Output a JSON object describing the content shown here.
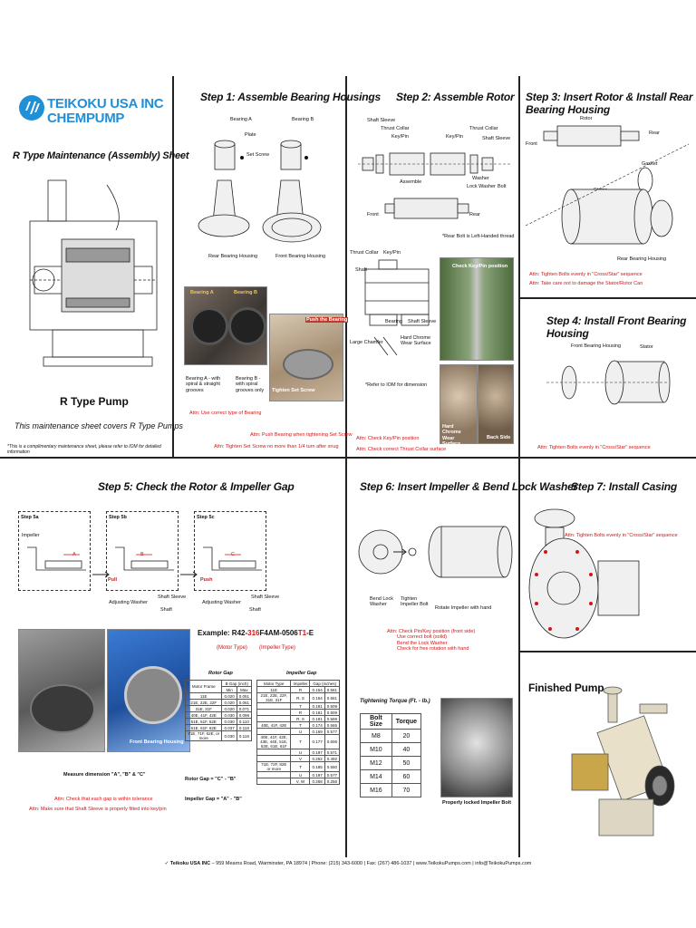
{
  "brand": {
    "line1": "TEIKOKU USA INC",
    "line2": "CHEMPUMP",
    "color": "#1f8fd6"
  },
  "intro": {
    "title": "R Type Maintenance (Assembly) Sheet",
    "pump_label": "R Type Pump",
    "covers": "This maintenance sheet covers R Type Pumps",
    "note": "*This is a complimentary maintenance sheet, please refer to IOM for detailed information"
  },
  "step1": {
    "title": "Step 1: Assemble Bearing Housings",
    "labels": {
      "bearing_a": "Bearing A",
      "bearing_b": "Bearing B",
      "plate": "Plate",
      "set_screw": "Set Screw",
      "rear_housing": "Rear Bearing Housing",
      "front_housing": "Front Bearing Housing"
    },
    "photo_labels": {
      "bearing_a": "Bearing A",
      "bearing_b": "Bearing B",
      "push": "Push the Bearing",
      "tighten": "Tighten Set Screw"
    },
    "desc_a": "Bearing A - with spiral & straight grooves",
    "desc_b": "Bearing B - with spiral grooves only",
    "attn1": "Attn: Use correct type of Bearing",
    "attn2": "Attn: Push Bearing when tightening Set Screw",
    "attn3": "Attn: Tighten Set Screw no more than 1/4 turn after snug"
  },
  "step2": {
    "title": "Step 2: Assemble Rotor",
    "labels": {
      "shaft_sleeve": "Shaft Sleeve",
      "thrust_collar": "Thrust Collar",
      "key_pin": "Key/Pin",
      "key_pin2": "Key/Pin",
      "thrust_collar2": "Thrust Collar",
      "shaft_sleeve2": "Shaft Sleeve",
      "washer": "Washer",
      "lock_washer": "Lock Washer",
      "bolt": "Bolt",
      "assemble": "Assemble",
      "front": "Front",
      "rear": "Rear",
      "rear_bolt": "*Rear Bolt is Left-Handed thread",
      "thrust_collar3": "Thrust Collar",
      "key_pin3": "Key/Pin",
      "shaft": "Shaft",
      "bearing": "Bearing",
      "shaft_sleeve3": "Shaft Sleeve",
      "large_chamfer": "Large Chamfer",
      "hard_chrome": "Hard Chrome Wear Surface",
      "refer": "*Refer to IOM for dimension",
      "check_key": "Check Key/Pin position",
      "hard_chrome2": "Hard Chrome Wear Surface",
      "back_side": "Back Side"
    },
    "attn1": "Attn: Check Key/Pin position",
    "attn2": "Attn: Check correct Thrust Collar surface"
  },
  "step3": {
    "title": "Step 3: Insert Rotor & Install Rear Bearing Housing",
    "labels": {
      "rotor": "Rotor",
      "rear": "Rear",
      "front": "Front",
      "gasket": "Gasket",
      "stator": "Stator",
      "rear_housing": "Rear Bearing Housing"
    },
    "attn1": "Attn: Tighten Bolts evenly in \"Cross/Star\" sequence",
    "attn2": "Attn: Take care not to damage the Stator/Rotor Can"
  },
  "step4": {
    "title": "Step 4:  Install Front Bearing Housing",
    "labels": {
      "front_housing": "Front Bearing Housing",
      "stator": "Stator"
    },
    "attn": "Attn: Tighten Bolts evenly in \"Cross/Star\" sequence"
  },
  "step5": {
    "title": "Step 5:  Check the Rotor & Impeller Gap",
    "sub": {
      "a": "Step 5a",
      "b": "Step 5b",
      "c": "Step 5c"
    },
    "labels": {
      "impeller": "Impeller",
      "A": "A",
      "B": "B",
      "C": "C",
      "pull": "Pull",
      "push": "Push",
      "adjusting_washer": "Adjusting Washer",
      "adjusting_washer2": "Adjusting Washer",
      "shaft_sleeve": "Shaft Sleeve",
      "shaft_sleeve2": "Shaft Sleeve",
      "shaft": "Shaft",
      "shaft2": "Shaft",
      "front_housing": "Front Bearing Housing"
    },
    "example_prefix": "Example: ",
    "example_code": [
      "R42-",
      "316",
      "F4AM-0506",
      "T1",
      "-E"
    ],
    "motor_type": "(Motor Type)",
    "impeller_type": "(Impeller Type)",
    "rotor_gap_title": "Rotor Gap",
    "impeller_gap_title": "Impeller Gap",
    "rotor_gap": {
      "headers": [
        "Motor Frame",
        "B Gap (inch)",
        "Min",
        "Max"
      ],
      "rows": [
        [
          "11E",
          "0.020",
          "0.051"
        ],
        [
          "21E, 22E, 22F",
          "0.020",
          "0.061"
        ],
        [
          "31E, 31F",
          "0.020",
          "0.071"
        ],
        [
          "40E, 41F, 42E",
          "0.030",
          "0.098"
        ],
        [
          "51E, 51F, 52E",
          "0.030",
          "0.110"
        ],
        [
          "61E, 61F, 62E",
          "0.037",
          "0.118"
        ],
        [
          "71E, 71F, 62E, or more",
          "0.030",
          "0.118"
        ]
      ]
    },
    "impeller_gap": {
      "headers": [
        "Motor Type",
        "Impeller",
        "Gap (inches)"
      ],
      "rows": [
        [
          "11E",
          "R",
          "0.154",
          "0.561"
        ],
        [
          "21E, 22E, 22F, 31E, 31F",
          "R, S",
          "0.154",
          "0.561"
        ],
        [
          "",
          "T",
          "0.181",
          "0.509"
        ],
        [
          "",
          "R",
          "0.181",
          "0.509"
        ],
        [
          "",
          "R, S",
          "0.181",
          "0.569"
        ],
        [
          "40E, 41F, 42E",
          "T",
          "0.174",
          "0.565"
        ],
        [
          "",
          "U",
          "0.169",
          "0.577"
        ],
        [
          "40E, 41F, 42E, 43E, 44E, 51E, 52E, 61E, 61F",
          "T",
          "0.177",
          "0.606"
        ],
        [
          "",
          "U",
          "0.197",
          "0.571"
        ],
        [
          "",
          "V",
          "0.252",
          "0.492"
        ],
        [
          "71E, 72F, 82E or more",
          "T",
          "0.185",
          "0.550"
        ],
        [
          "",
          "U",
          "0.197",
          "0.577"
        ],
        [
          "",
          "V, W",
          "0.268",
          "0.256"
        ]
      ]
    },
    "rotor_formula": "Rotor Gap = \"C\" - \"B\"",
    "impeller_formula": "Impeller Gap = \"A\" - \"B\"",
    "measure": "Measure dimension \"A\", \"B\" & \"C\"",
    "attn1": "Attn: Check that each gap is within tolerance",
    "attn2": "Attn: Make sure that Shaft Sleeve is properly fitted into key/pin"
  },
  "step6": {
    "title": "Step 6:  Insert Impeller & Bend Lock Washer",
    "labels": {
      "bend": "Bend Lock Washer",
      "tighten": "Tighten Impeller Bolt",
      "rotate": "Rotate Impeller with hand"
    },
    "attn_lines": [
      "Attn: Check Pin/Key position (front side)",
      "Use correct bolt (solid)",
      "Bend the Lock Washer",
      "Check for free rotation with hand"
    ],
    "torque_title": "Tightening Torque (Ft. - lb.)",
    "torque_headers": [
      "Bolt Size",
      "Torque"
    ],
    "torque_rows": [
      [
        "M8",
        "20"
      ],
      [
        "M10",
        "40"
      ],
      [
        "M12",
        "50"
      ],
      [
        "M14",
        "60"
      ],
      [
        "M16",
        "70"
      ]
    ],
    "locked": "Properly locked Impeller Bolt"
  },
  "step7": {
    "title": "Step 7:  Install Casing",
    "attn": "Attn: Tighten Bolts evenly in \"Cross/Star\" sequence"
  },
  "finished": {
    "title": "Finished Pump"
  },
  "footer": {
    "company": "Teikoku USA INC",
    "text": " – 959 Mearns Road, Warminster, PA 18974 | Phone: (215) 343-6000 | Fax: (267) 486-1037 | www.TeikokuPumps.com | info@TeikokuPumps.com"
  }
}
